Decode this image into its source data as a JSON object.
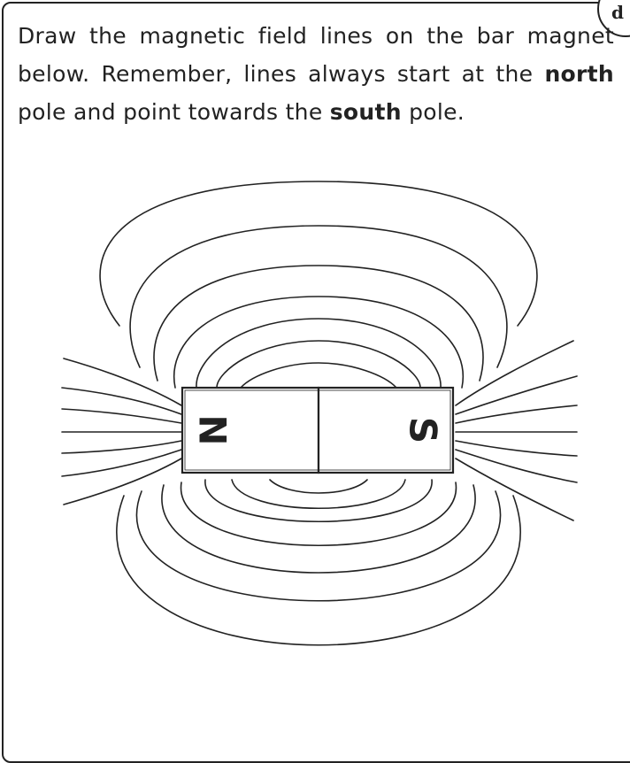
{
  "worksheet": {
    "instruction_parts": {
      "intro": "Draw the magnetic field lines on the bar magnet below. Remember, lines always start at the ",
      "north": "north",
      "middle": " pole and point towards the ",
      "south": "south",
      "end": " pole."
    },
    "corner_badge": "d"
  },
  "magnet": {
    "north_label": "N",
    "south_label": "S"
  }
}
